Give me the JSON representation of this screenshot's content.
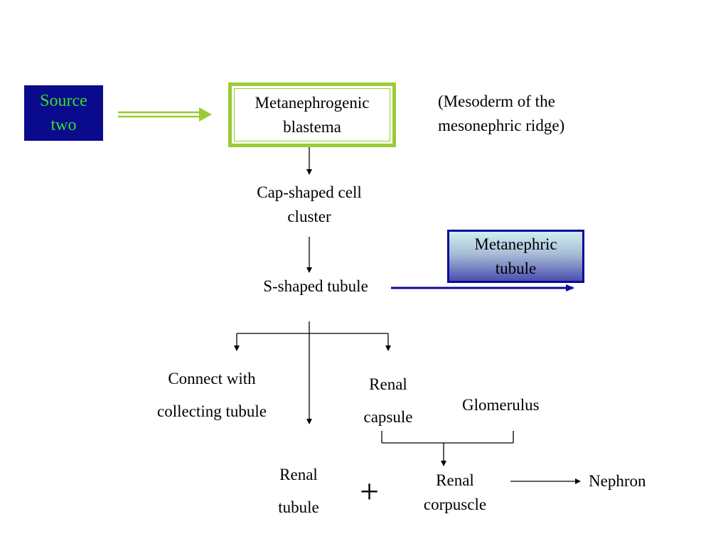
{
  "source": {
    "line1": "Source",
    "line2": "two"
  },
  "blastema": {
    "line1": "Metanephrogenic",
    "line2": "blastema"
  },
  "note": {
    "line1": "(Mesoderm of the",
    "line2": "mesonephric ridge)"
  },
  "cap_cluster": {
    "line1": "Cap-shaped cell",
    "line2": "cluster"
  },
  "metanephric_tubule": {
    "line1": "Metanephric",
    "line2": "tubule"
  },
  "s_tubule": "S-shaped tubule",
  "connect": {
    "line1": "Connect with",
    "line2": "collecting tubule"
  },
  "renal_capsule": {
    "line1": "Renal",
    "line2": "capsule"
  },
  "glomerulus": "Glomerulus",
  "renal_tubule": {
    "line1": "Renal",
    "line2": "tubule"
  },
  "plus": "+",
  "renal_corpuscle": {
    "line1": "Renal",
    "line2": "corpuscle"
  },
  "nephron": "Nephron",
  "colors": {
    "source_bg": "#0a0a8c",
    "source_text": "#33e02e",
    "green_accent": "#99cc33",
    "blue_arrow": "#0b0b96"
  }
}
